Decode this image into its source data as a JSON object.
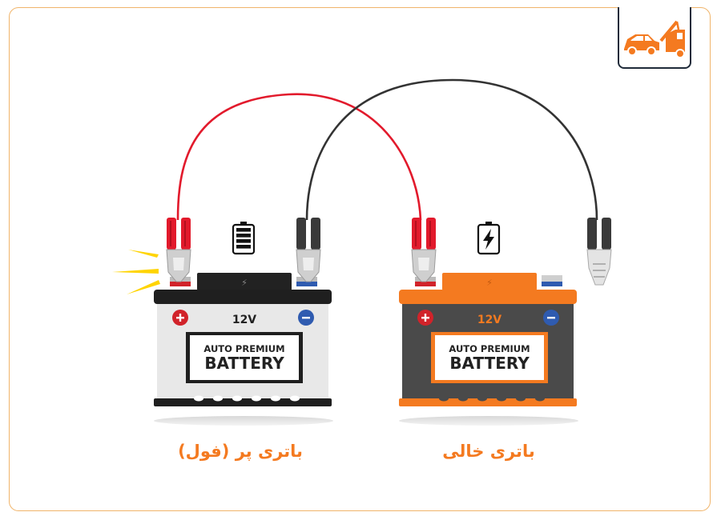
{
  "colors": {
    "accent": "#f47a20",
    "frame": "#f0b46a",
    "cable_red": "#e21a2c",
    "cable_black": "#3a3a3a",
    "battery_full_body": "#e6e6e6",
    "battery_empty_body": "#4a4a4a",
    "battery_empty_top": "#f47a20"
  },
  "logo": {
    "icon": "tow-truck-icon"
  },
  "full_battery": {
    "voltage": "12V",
    "brand_line1": "AUTO PREMIUM",
    "brand_line2": "BATTERY",
    "caption": "باتری پر (فول)",
    "status_icon": "battery-full-icon"
  },
  "empty_battery": {
    "voltage": "12V",
    "brand_line1": "AUTO PREMIUM",
    "brand_line2": "BATTERY",
    "caption": "باتری خالی",
    "status_icon": "battery-charging-icon"
  }
}
